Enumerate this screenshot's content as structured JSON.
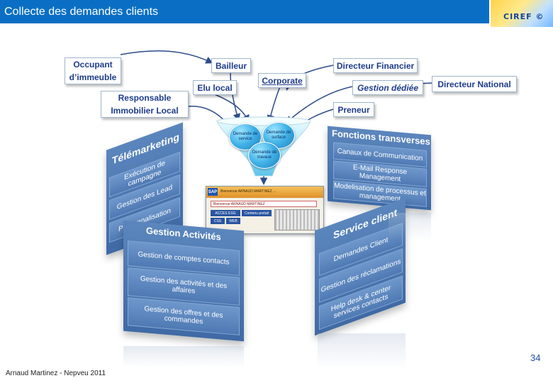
{
  "header": {
    "title": "Collecte des demandes clients",
    "logo_text": "CIREF ©"
  },
  "sources": {
    "occupant": [
      "Occupant",
      "d’immeuble"
    ],
    "bailleur": "Bailleur",
    "directeur_financier": "Directeur Financier",
    "elu_local": "Elu local",
    "corporate": "Corporate",
    "gestion_dediee": "Gestion dédiée",
    "directeur_national": "Directeur National",
    "responsable": [
      "Responsable",
      "Immobilier Local"
    ],
    "preneur": "Preneur"
  },
  "funnel": {
    "bubbles": [
      "Demande de service",
      "Demande de surface",
      "Demande de travaux"
    ]
  },
  "sap_window": {
    "logo": "SAP",
    "header_text": "Bienvenue ARNAUD MARTINEZ   ...",
    "user_text": "Bienvenue ARNAUD MARTINEZ",
    "tiles": [
      "ACCES ESG",
      "Contenu portail",
      "CSS",
      "WEB"
    ]
  },
  "panels": {
    "telemarketing": {
      "title": "Télémarketing",
      "items": [
        "Exécution de campagne",
        "Gestion des Lead",
        "Personnalisation"
      ]
    },
    "fonctions_transverses": {
      "title": "Fonctions transverses",
      "items": [
        "Canaux de Communication",
        "E-Mail Response Management",
        "Modelisation de processus et management"
      ]
    },
    "gestion_activites": {
      "title": "Gestion Activités",
      "items": [
        "Gestion de comptes contacts",
        "Gestion des activités et des affaires",
        "Gestion des offres et des commandes"
      ]
    },
    "service_client": {
      "title": "Service client",
      "items": [
        "Demandes Client",
        "Gestion des réclamations",
        "Help desk & center services contacts"
      ]
    }
  },
  "footer": {
    "author": "Arnaud Martinez - Nepveu 2011",
    "page_number": "34"
  }
}
